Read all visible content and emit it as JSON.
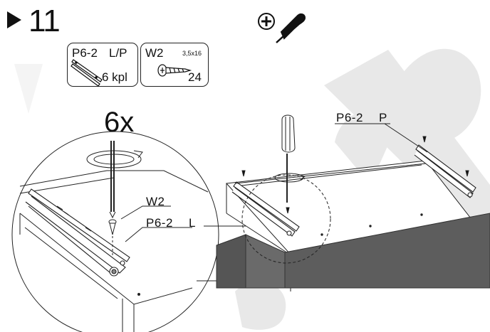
{
  "step": {
    "number": "11"
  },
  "tools": {
    "screwdriver_icon": "phillips-screwdriver-icon",
    "plus_sign": "+"
  },
  "parts": [
    {
      "code": "P6-2",
      "variant": "L/P",
      "quantity": "6 kpl",
      "icon": "drawer-slide-rails-icon"
    },
    {
      "code": "W2",
      "size": "3,5x16",
      "quantity": "24",
      "icon": "wood-screw-icon"
    }
  ],
  "detail": {
    "multiplier": "6x",
    "screw_label": "W2",
    "rail_label": "P6-2",
    "rail_side": "L"
  },
  "main": {
    "rail_label": "P6-2",
    "rail_side": "P"
  },
  "colors": {
    "line": "#222222",
    "watermark": "#e6e6e6",
    "shadow": "#555555"
  }
}
